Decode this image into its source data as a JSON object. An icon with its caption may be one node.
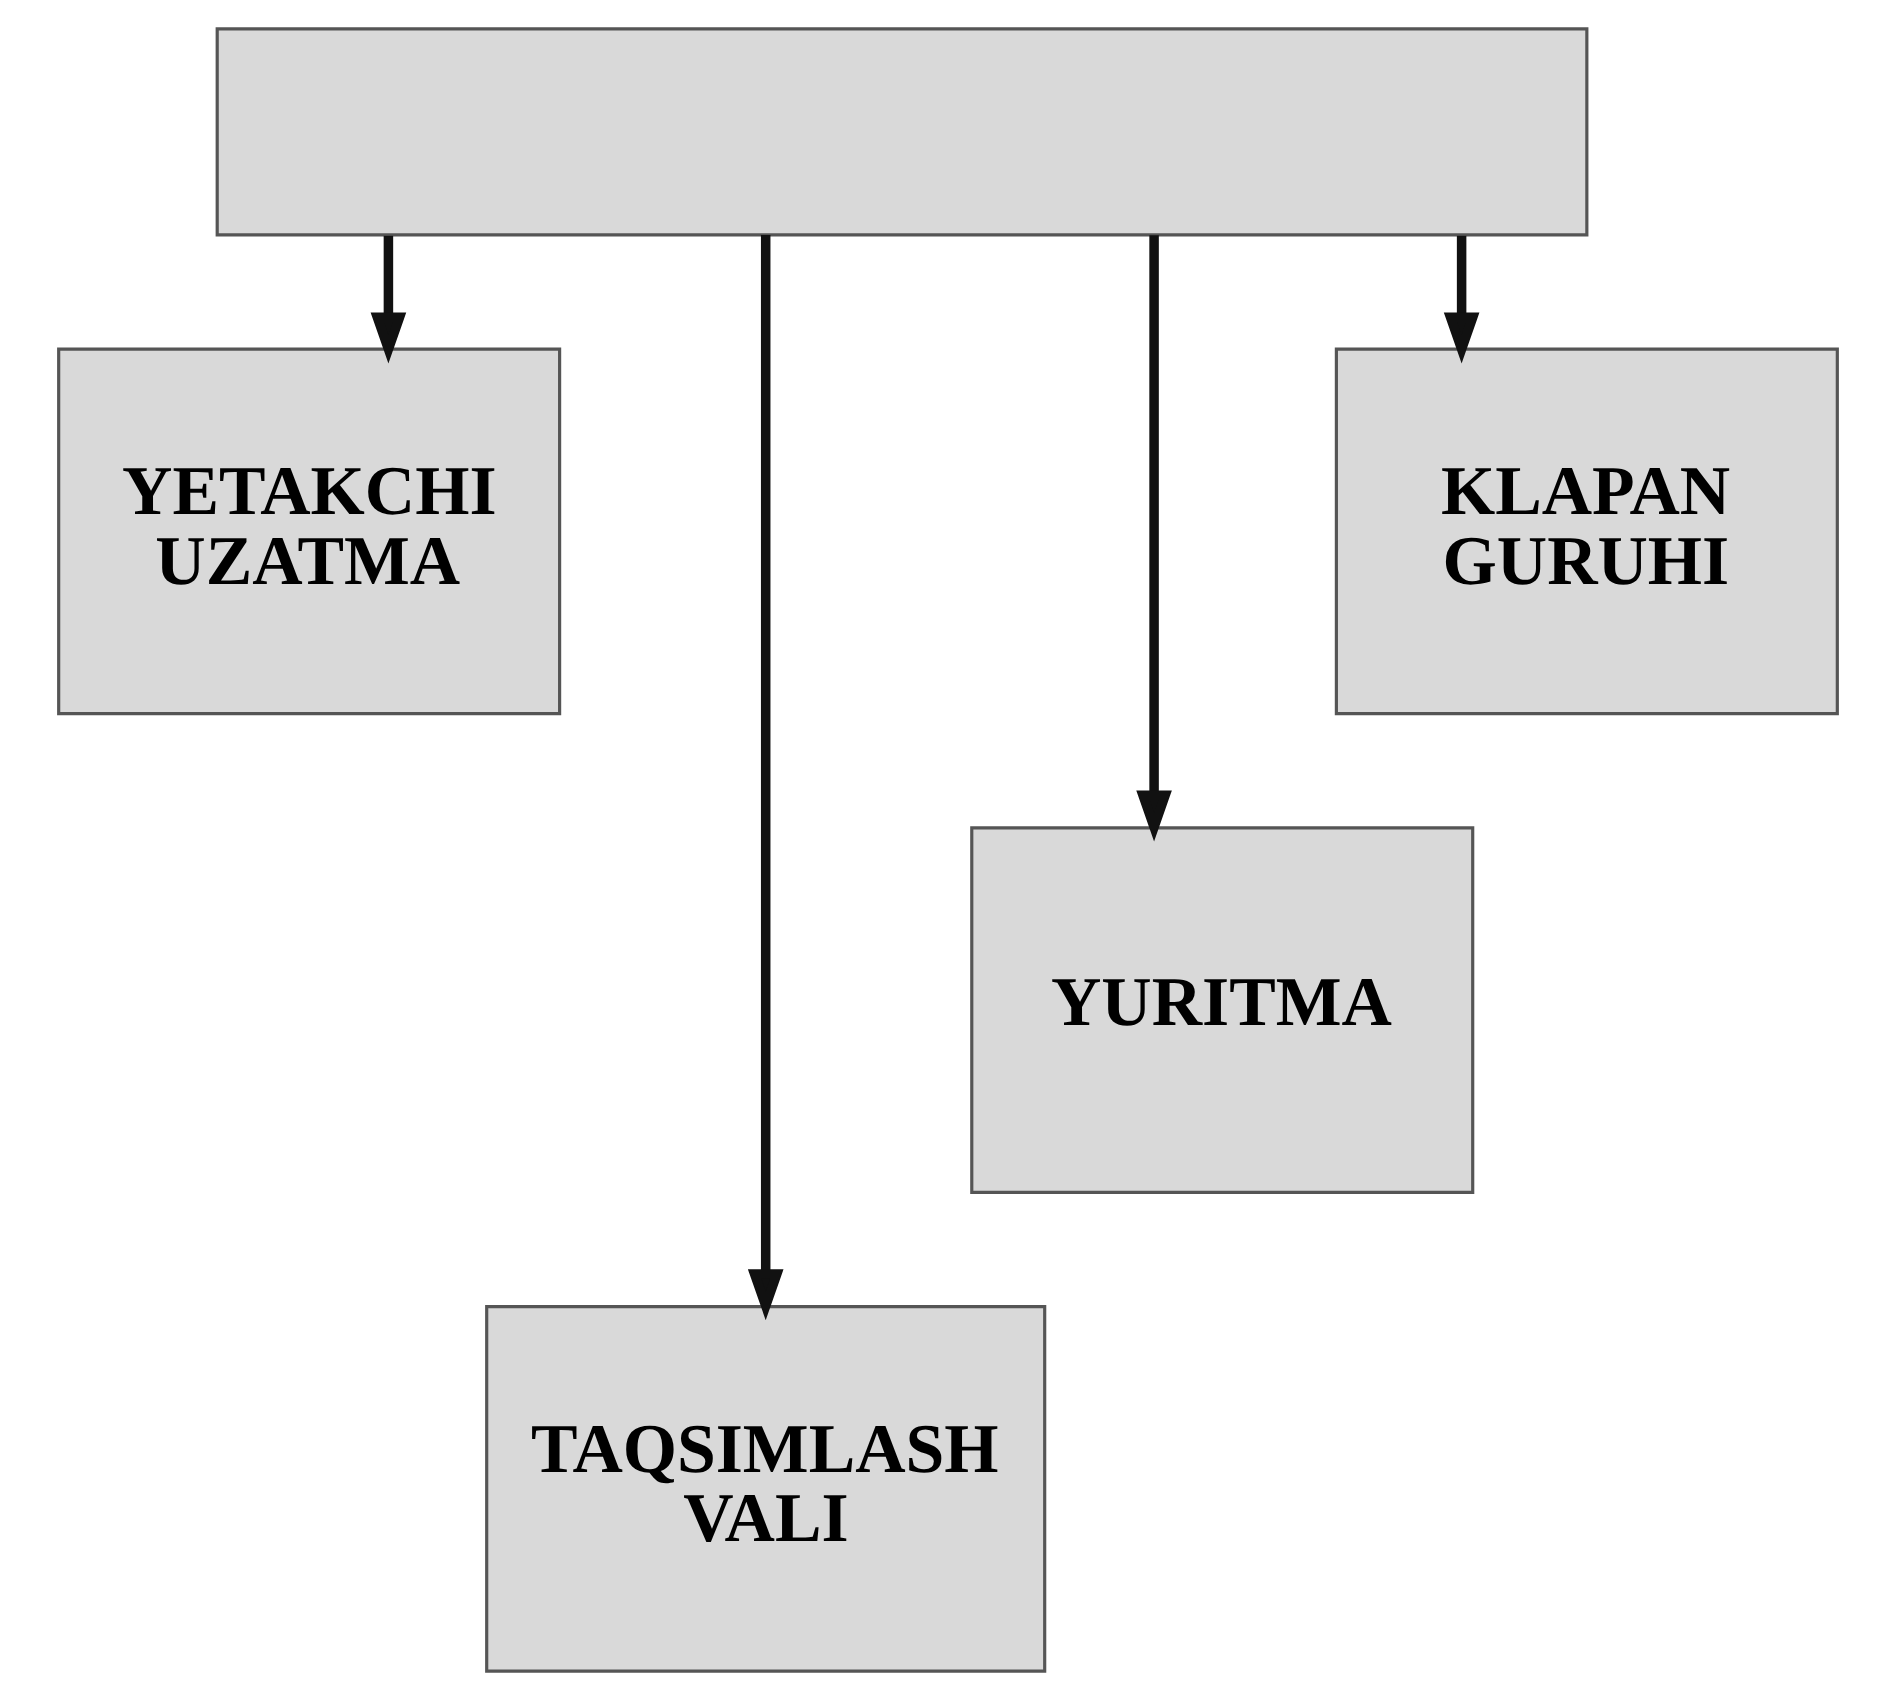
{
  "diagram": {
    "nodes": [
      {
        "text": [],
        "shape": "box"
      },
      {
        "text": [
          "YETAKCHI UZATMA"
        ]
      },
      {
        "text": [
          "KLAPAN GURUHI"
        ]
      },
      {
        "text": [
          "YURITMA"
        ]
      },
      {
        "text": [
          "TAQSIMLASH VALI"
        ]
      }
    ],
    "edges": [
      {
        "from": 0,
        "to": 1,
        "arrow": "to"
      },
      {
        "from": 0,
        "to": 4,
        "arrow": "to"
      },
      {
        "from": 0,
        "to": 3,
        "arrow": "to"
      },
      {
        "from": 0,
        "to": 2,
        "arrow": "to"
      }
    ]
  }
}
